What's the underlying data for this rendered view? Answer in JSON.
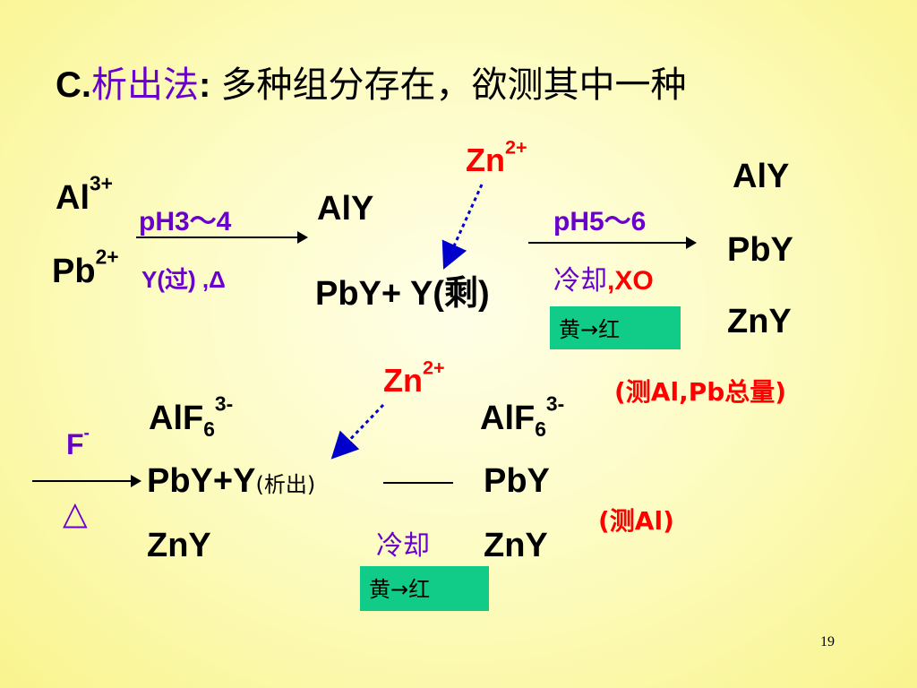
{
  "title": {
    "prefix": "C.",
    "method": "析出法",
    "colon": ":",
    "desc": "多种组分存在，欲测其中一种"
  },
  "top": {
    "al3": "Al",
    "al3_charge": "3+",
    "pb2": "Pb",
    "pb2_charge": "2+",
    "cond1_ph": "pH3～4",
    "cond1_reagent": "Y(过) ,Δ",
    "mid_aly": "AlY",
    "mid_pby": "PbY+ Y(剩)",
    "zn": "Zn",
    "zn_charge": "2+",
    "cond2_ph": "pH5～6",
    "cond2_cool": "冷却",
    "cond2_xo": ",XO",
    "color_change": "黄→红",
    "prod_aly": "AlY",
    "prod_pby": "PbY",
    "prod_zny": "ZnY",
    "note": "(测Al,Pb总量)"
  },
  "bottom": {
    "f": "F",
    "f_charge": "-",
    "triangle": "△",
    "alf6": "AlF",
    "alf6_sub": "6",
    "alf6_sup": "3-",
    "pby_y": "PbY+Y",
    "pby_y_note": "(析出)",
    "zny": "ZnY",
    "zn": "Zn",
    "zn_charge": "2+",
    "cool": "冷却",
    "color_change": "黄→红",
    "prod_alf6": "AlF",
    "prod_alf6_sub": "6",
    "prod_alf6_sup": "3-",
    "prod_pby": "PbY",
    "prod_zny": "ZnY",
    "note": "(测Al)"
  },
  "page_number": "19",
  "colors": {
    "purple": "#6a00cc",
    "red": "#ff0000",
    "blue": "#0000cc",
    "green_box": "#11cc88"
  }
}
